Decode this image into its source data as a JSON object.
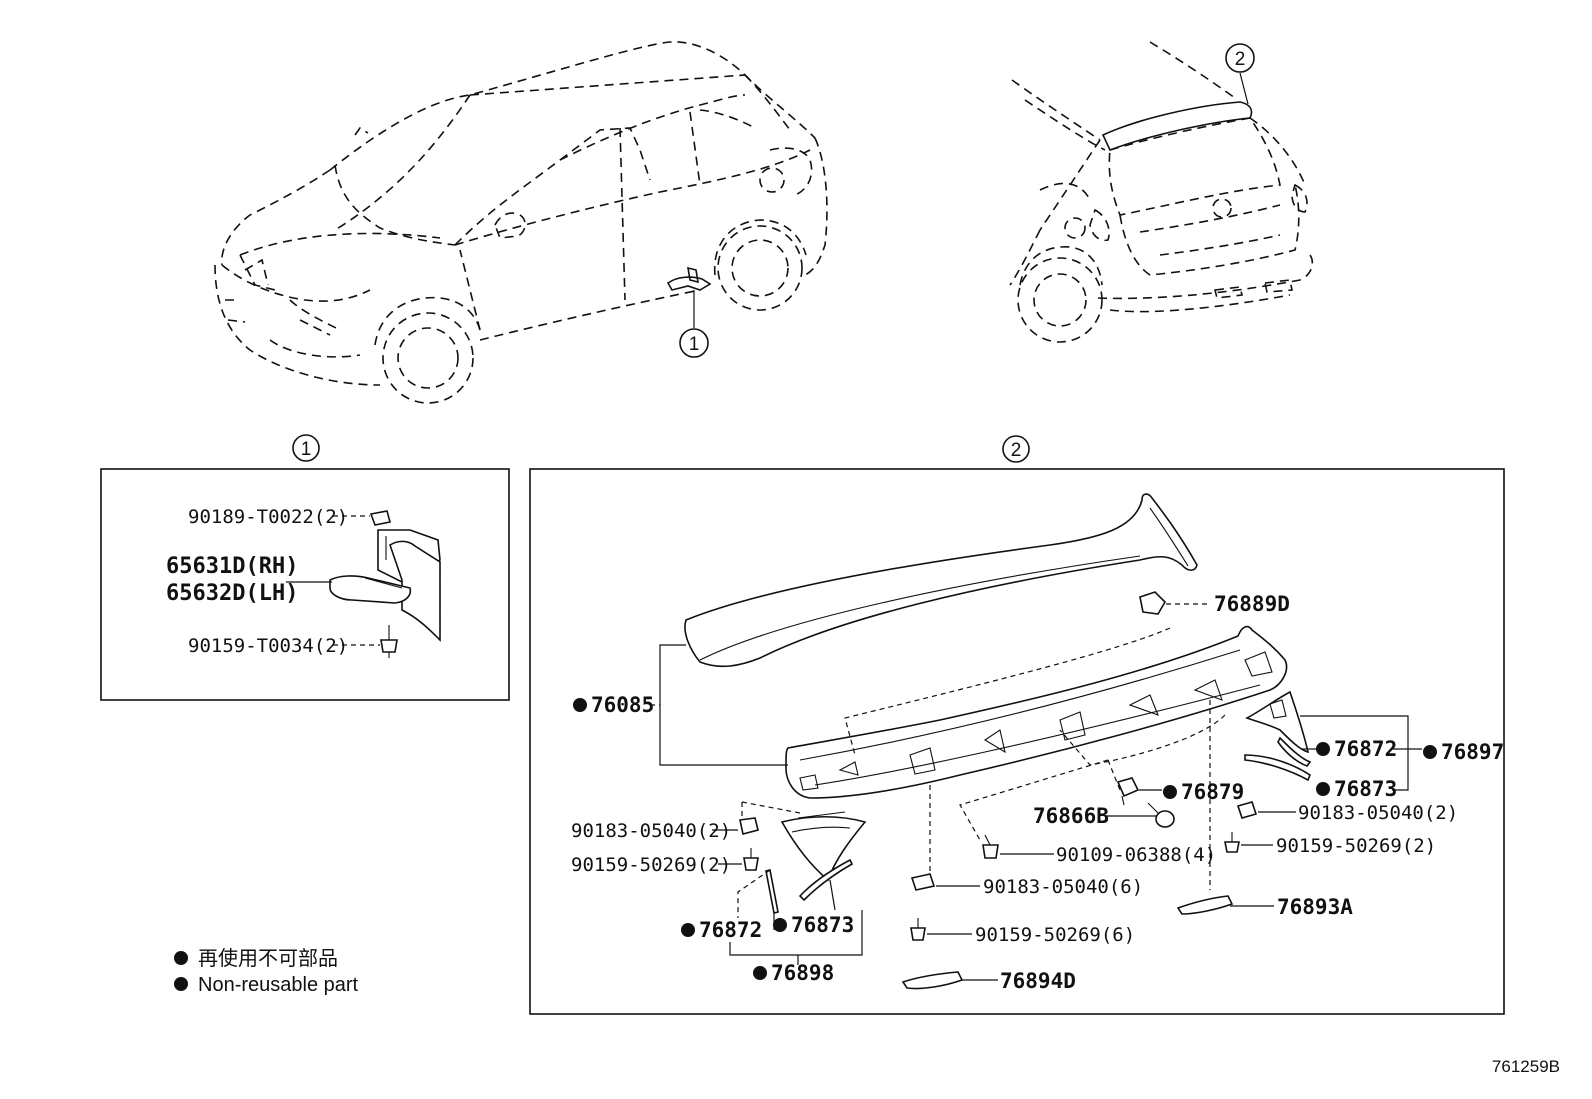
{
  "callouts": {
    "c1": "1",
    "c2": "2"
  },
  "section1": {
    "header": "1",
    "labels": {
      "clip": "90189-T0022(2)",
      "rh": "65631D(RH)",
      "lh": "65632D(LH)",
      "screw": "90159-T0034(2)"
    }
  },
  "section2": {
    "header": "2",
    "labels": {
      "p76085": "76085",
      "p76889D": "76889D",
      "p76872r": "76872",
      "p76873r": "76873",
      "p76897": "76897",
      "p76879": "76879",
      "p76866B": "76866B",
      "nut_r": "90183-05040(2)",
      "screw_r": "90159-50269(2)",
      "bolt": "90109-06388(4)",
      "nut_c": "90183-05040(6)",
      "screw_c": "90159-50269(6)",
      "p76893A": "76893A",
      "p76894D": "76894D",
      "nut_l": "90183-05040(2)",
      "screw_l": "90159-50269(2)",
      "p76872l": "76872",
      "p76873l": "76873",
      "p76898": "76898"
    }
  },
  "legend": {
    "line1": "再使用不可部品",
    "line2": "Non-reusable part"
  },
  "figure_ref": "761259B"
}
